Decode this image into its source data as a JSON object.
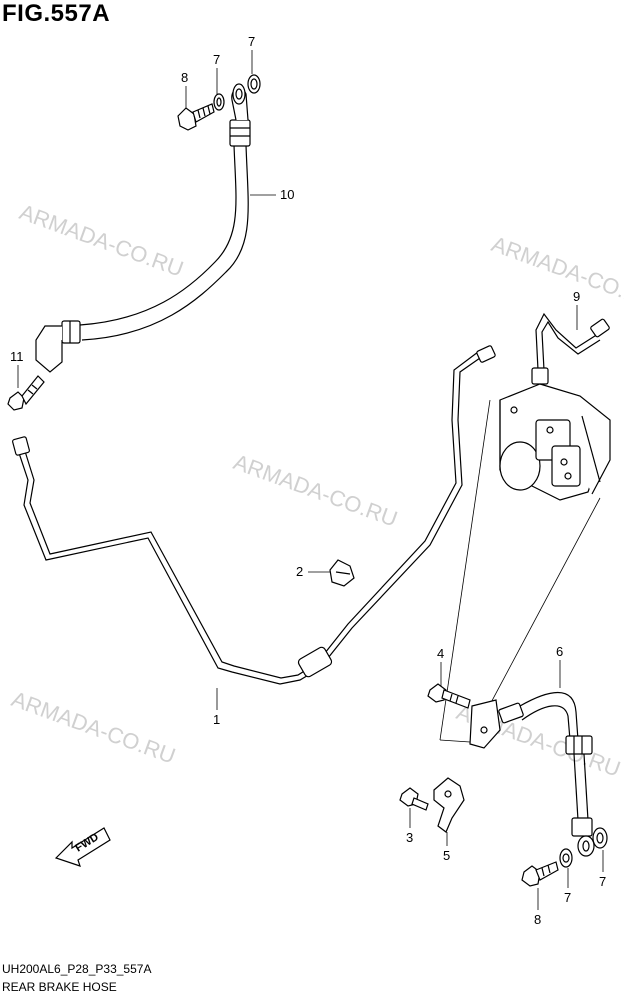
{
  "figure": {
    "title": "FIG.557A",
    "code": "UH200AL6_P28_P33_557A",
    "name": "REAR BRAKE HOSE"
  },
  "watermark": "ARMADA-CO.RU",
  "fwd_label": "FWD",
  "callouts": {
    "c1": "1",
    "c2": "2",
    "c3": "3",
    "c4": "4",
    "c5": "5",
    "c6": "6",
    "c7a": "7",
    "c7b": "7",
    "c7c": "7",
    "c7d": "7",
    "c8a": "8",
    "c8b": "8",
    "c9": "9",
    "c10": "10",
    "c11": "11"
  },
  "colors": {
    "line": "#000000",
    "watermark": "#d0d0d0",
    "background": "#ffffff"
  }
}
